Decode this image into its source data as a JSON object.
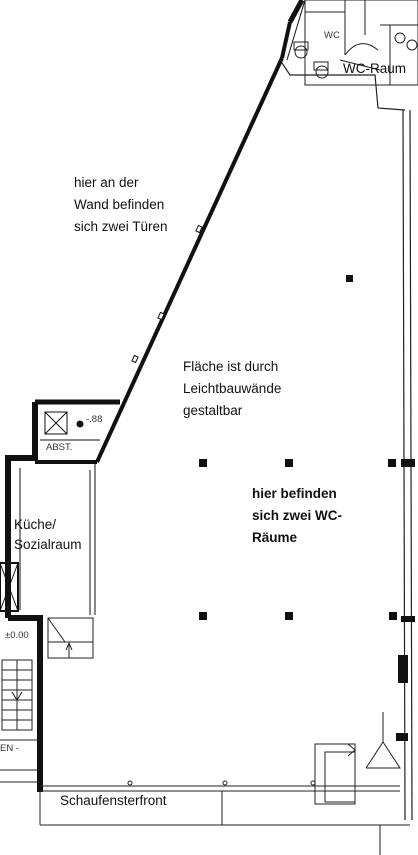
{
  "plan": {
    "labels": {
      "wall_doors": "hier an der\nWand befinden\nsich zwei Türen",
      "area": "Fläche ist durch\nLeichtbauwände\ngestaltbar",
      "wc_rooms": "hier befinden\nsich zwei WC-\nRäume",
      "wc_room": "WC-Raum",
      "kitchen": "Küche/\nSozialraum",
      "storefront": "Schaufensterfront",
      "shaft": "ABST.",
      "wc_small": "WC",
      "level_a": "-.88",
      "level_b": "±0.00",
      "stair_fragment": "EN -"
    }
  }
}
